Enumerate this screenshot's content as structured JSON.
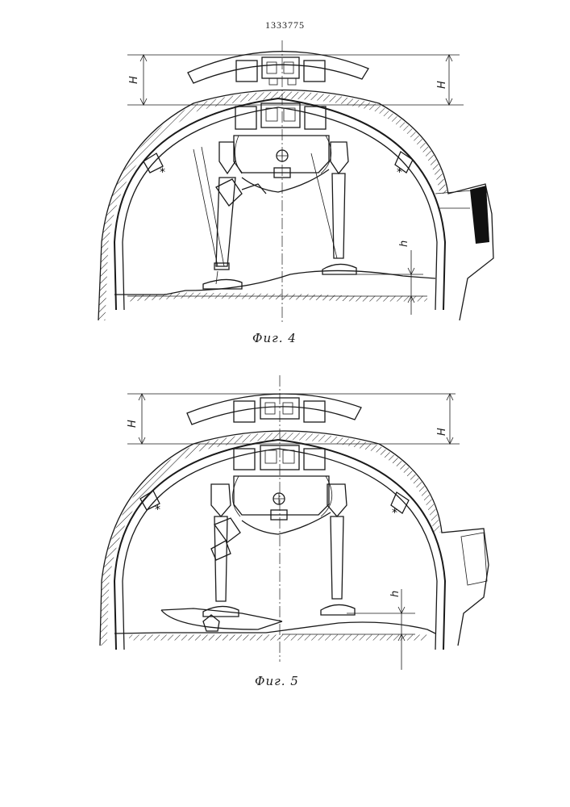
{
  "document": {
    "patent_number": "1333775",
    "figures": [
      {
        "caption": "Фиг. 4",
        "dim_H_left": "H",
        "dim_H_right": "H",
        "dim_h": "h"
      },
      {
        "caption": "Фиг. 5",
        "dim_H_left": "H",
        "dim_H_right": "H",
        "dim_h": "h"
      }
    ]
  }
}
